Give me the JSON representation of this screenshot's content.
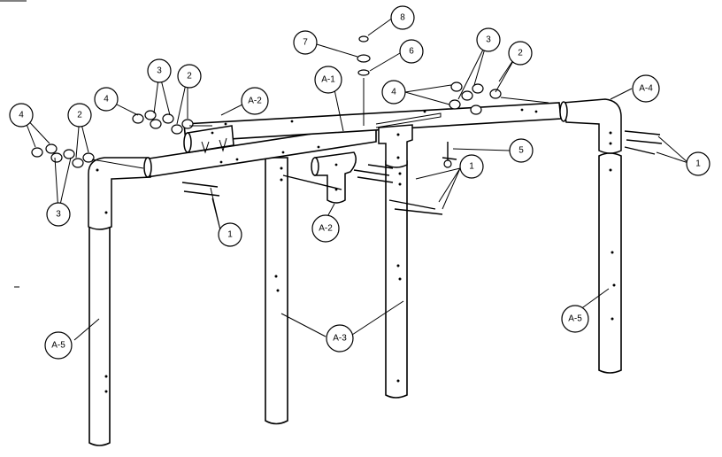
{
  "callouts": [
    {
      "id": "c-8",
      "label": "8"
    },
    {
      "id": "c-7",
      "label": "7"
    },
    {
      "id": "c-6",
      "label": "6"
    },
    {
      "id": "c-3a",
      "label": "3"
    },
    {
      "id": "c-2a",
      "label": "2"
    },
    {
      "id": "c-4a",
      "label": "4"
    },
    {
      "id": "c-a4",
      "label": "A-4"
    },
    {
      "id": "c-a1",
      "label": "A-1"
    },
    {
      "id": "c-3b",
      "label": "3"
    },
    {
      "id": "c-2b",
      "label": "2"
    },
    {
      "id": "c-4b",
      "label": "4"
    },
    {
      "id": "c-a2a",
      "label": "A-2"
    },
    {
      "id": "c-4c",
      "label": "4"
    },
    {
      "id": "c-2c",
      "label": "2"
    },
    {
      "id": "c-3c",
      "label": "3"
    },
    {
      "id": "c-5",
      "label": "5"
    },
    {
      "id": "c-1a",
      "label": "1"
    },
    {
      "id": "c-1b",
      "label": "1"
    },
    {
      "id": "c-1c",
      "label": "1"
    },
    {
      "id": "c-a2b",
      "label": "A-2"
    },
    {
      "id": "c-a5a",
      "label": "A-5"
    },
    {
      "id": "c-a3",
      "label": "A-3"
    },
    {
      "id": "c-a5b",
      "label": "A-5"
    }
  ]
}
